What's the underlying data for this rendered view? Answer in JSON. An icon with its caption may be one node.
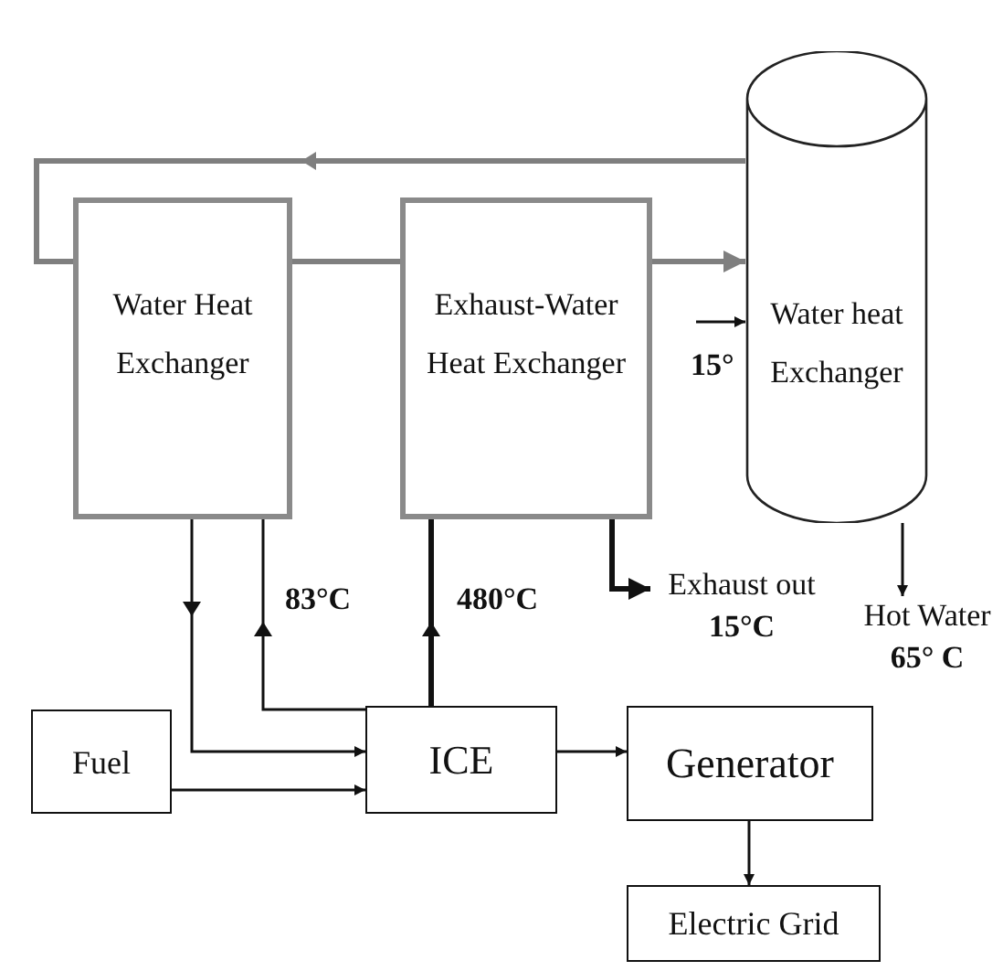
{
  "diagram": {
    "nodes": [
      {
        "text": [
          "Water Heat Exchanger"
        ]
      },
      {
        "text": [
          "Exhaust-Water Heat Exchanger"
        ]
      },
      {
        "text": [
          "Water heat Exchanger"
        ]
      },
      {
        "text": [
          "Fuel"
        ]
      },
      {
        "text": [
          "ICE"
        ]
      },
      {
        "text": [
          "Generator"
        ]
      },
      {
        "text": [
          "Electric Grid"
        ]
      },
      {
        "text": [
          "Exhaust out"
        ],
        "beside": [
          "15°C"
        ]
      },
      {
        "text": [
          "Hot Water"
        ],
        "beside": [
          "65° C"
        ]
      }
    ],
    "edges": [
      {
        "from": 2,
        "to": 0,
        "arrow": "to",
        "style": "thick",
        "color": "#7f7f7f"
      },
      {
        "from": 0,
        "to": 1,
        "arrow": "none",
        "style": "thick",
        "color": "#7f7f7f"
      },
      {
        "from": 1,
        "to": 2,
        "arrow": "to",
        "style": "thick",
        "color": "#7f7f7f"
      },
      {
        "from": 0,
        "to": 4,
        "arrow": "to"
      },
      {
        "from": 4,
        "to": 0,
        "arrow": "to",
        "label": "83°C"
      },
      {
        "from": 4,
        "to": 1,
        "arrow": "to",
        "label": "480°C",
        "style": "thick"
      },
      {
        "from": 1,
        "to": 7,
        "arrow": "to",
        "style": "thick"
      },
      {
        "from": 3,
        "to": 4,
        "arrow": "to"
      },
      {
        "from": 4,
        "to": 5,
        "arrow": "to"
      },
      {
        "from": 5,
        "to": 6,
        "arrow": "to"
      },
      {
        "from": 2,
        "to": 8,
        "arrow": "to"
      },
      {
        "from": null,
        "to": 2,
        "arrow": "to",
        "label": "15°"
      }
    ]
  }
}
